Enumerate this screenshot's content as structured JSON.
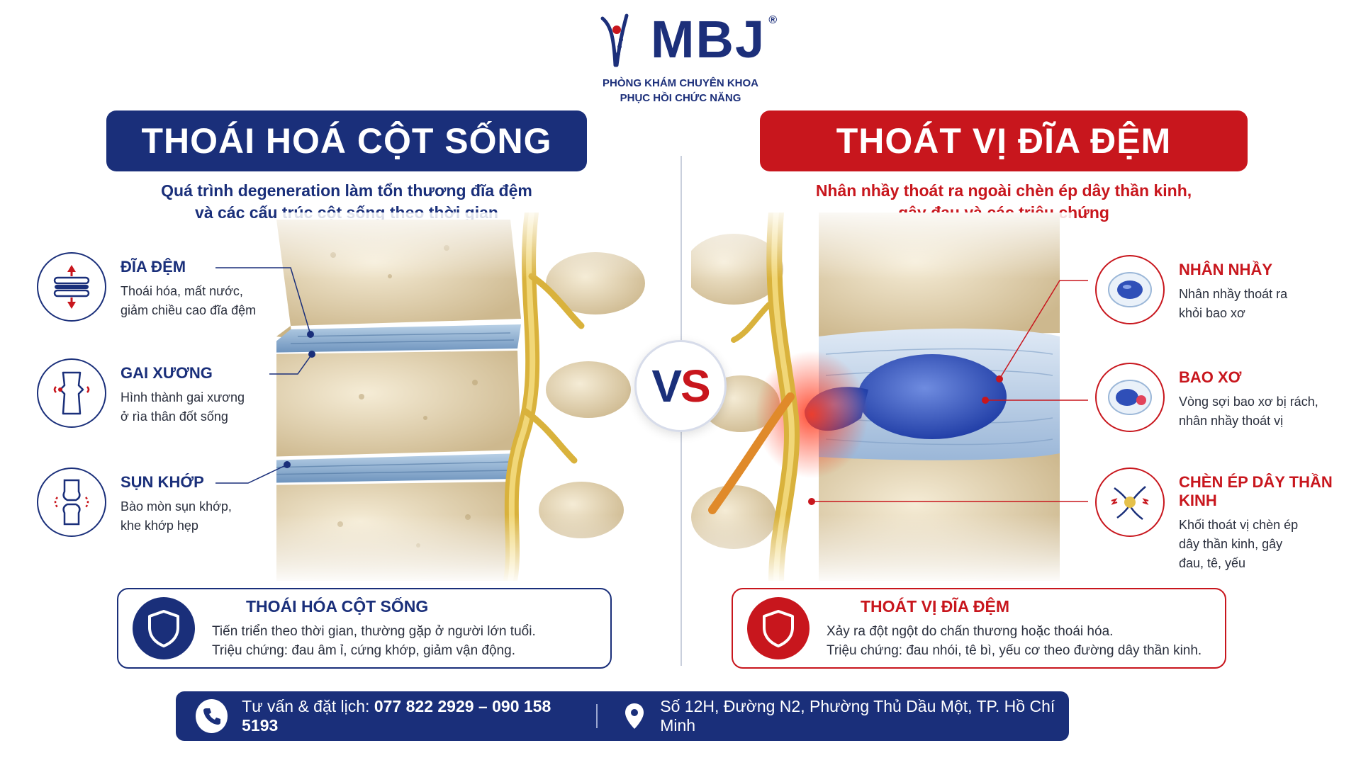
{
  "brand": {
    "name": "MBJ",
    "registered": "®",
    "tagline_line1": "PHÒNG KHÁM CHUYÊN KHOA",
    "tagline_line2": "PHỤC HỒI CHỨC NĂNG"
  },
  "left": {
    "title": "THOÁI HOÁ CỘT SỐNG",
    "subtitle_line1": "Quá trình degeneration làm tổn thương đĩa đệm",
    "subtitle_line2": "và các cấu trúc cột sống theo thời gian",
    "items": [
      {
        "icon": "disc-compress-icon",
        "title": "ĐĨA ĐỆM",
        "desc": "Thoái hóa, mất nước,\ngiảm chiều cao đĩa đệm"
      },
      {
        "icon": "bone-spur-icon",
        "title": "GAI XƯƠNG",
        "desc": "Hình thành gai xương\nở rìa thân đốt sống"
      },
      {
        "icon": "knee-joint-icon",
        "title": "SỤN KHỚP",
        "desc": "Bào mòn sụn khớp,\nkhe khớp hẹp"
      }
    ],
    "summary": {
      "icon": "shield-icon",
      "title": "THOÁI HÓA CỘT SỐNG",
      "line1": "Tiến triển theo thời gian, thường gặp ở người lớn tuổi.",
      "line2": "Triệu chứng: đau âm ỉ, cứng khớp, giảm vận động."
    }
  },
  "vs": {
    "v": "V",
    "s": "S"
  },
  "right": {
    "title": "THOÁT VỊ ĐĨA ĐỆM",
    "subtitle_line1": "Nhân nhầy thoát ra ngoài chèn ép dây thần kinh,",
    "subtitle_line2": "gây đau và các triệu chứng",
    "items": [
      {
        "icon": "nucleus-icon",
        "title": "NHÂN NHẦY",
        "desc": "Nhân nhầy thoát ra\nkhỏi bao xơ"
      },
      {
        "icon": "annulus-tear-icon",
        "title": "BAO XƠ",
        "desc": "Vòng sợi bao xơ bị rách,\nnhân nhầy thoát vị"
      },
      {
        "icon": "nerve-compression-icon",
        "title": "CHÈN ÉP DÂY THẦN KINH",
        "desc": "Khối thoát vị chèn ép\ndây thần kinh, gây\nđau, tê, yếu"
      }
    ],
    "summary": {
      "icon": "shield-icon",
      "title": "THOÁT VỊ ĐĨA ĐỆM",
      "line1": "Xảy ra đột ngột do chấn thương hoặc thoái hóa.",
      "line2": "Triệu chứng: đau nhói, tê bì, yếu cơ theo đường dây thần kinh."
    }
  },
  "footer": {
    "phone_label": "Tư vấn & đặt lịch: ",
    "phone_numbers": "077 822 2929 – 090 158 5193",
    "address": "Số 12H, Đường N2, Phường Thủ Dầu Một, TP. Hồ Chí Minh"
  },
  "colors": {
    "navy": "#1a2f7a",
    "red": "#c8161d",
    "bone": "#e9dcc0",
    "disc_blue": "#8fb3d8",
    "nerve_yellow": "#e5c14b",
    "nucleus_blue": "#2f4fb8"
  }
}
